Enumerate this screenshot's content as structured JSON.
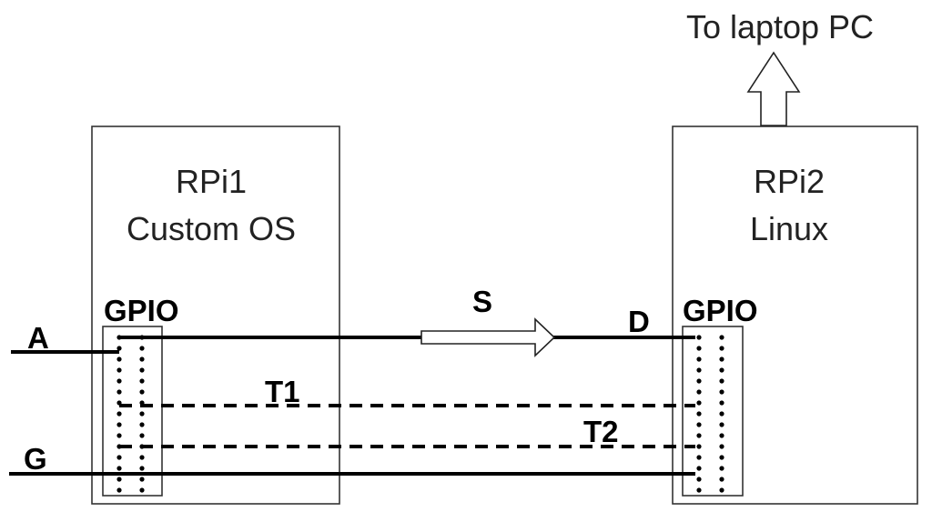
{
  "top_label": "To laptop PC",
  "rpi1": {
    "name": "RPi1",
    "os": "Custom OS",
    "gpio_label": "GPIO"
  },
  "rpi2": {
    "name": "RPi2",
    "os": "Linux",
    "gpio_label": "GPIO"
  },
  "signals": {
    "a": "A",
    "g": "G",
    "s": "S",
    "d": "D",
    "t1": "T1",
    "t2": "T2"
  }
}
